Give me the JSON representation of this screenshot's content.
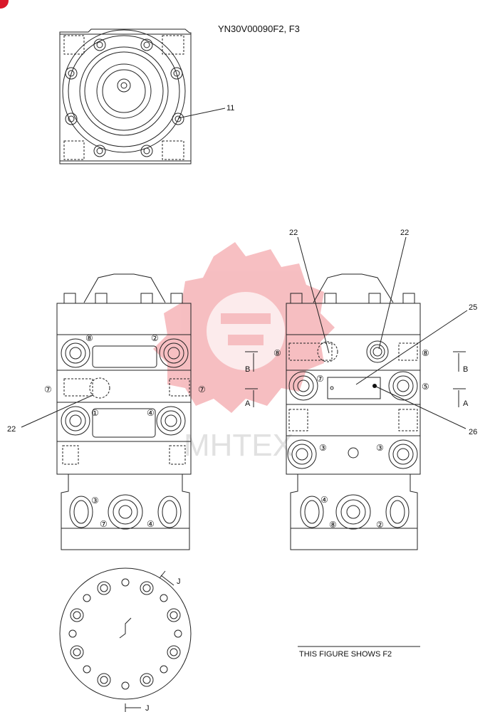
{
  "corner_badge_color": "#d9182a",
  "title": "YN30V00090F2, F3",
  "caption": "THIS FIGURE SHOWS  F2",
  "watermark": {
    "text": "МНТЕХ",
    "color": "#e8484f"
  },
  "top_view": {
    "callout": "11"
  },
  "left_view": {
    "ports": [
      "⑧",
      "②",
      "⑦",
      "⑦",
      "①",
      "④",
      "③",
      "⑦",
      "④"
    ],
    "callout": "22"
  },
  "right_view": {
    "callouts": [
      "22",
      "22",
      "25",
      "26"
    ],
    "ports": [
      "⑧",
      "⑧",
      "⑦",
      "⑤",
      "③",
      "③",
      "④",
      "⑧",
      "②"
    ],
    "section_labels": [
      "B",
      "A",
      "B",
      "A"
    ]
  },
  "bottom_view": {
    "labels": [
      "J",
      "J"
    ]
  }
}
